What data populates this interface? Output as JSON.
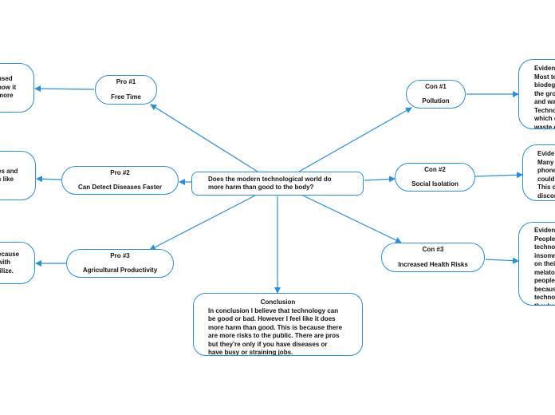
{
  "root": {
    "label": "Does the modern technological world do\nmore harm than good to the body?"
  },
  "pros": [
    {
      "title": "Pro #1",
      "label": "Free Time",
      "evidence": "used\nhow it\nmore"
    },
    {
      "title": "Pro #2",
      "label": "Can Detect Diseases Faster",
      "evidence": "es and\ns like"
    },
    {
      "title": "Pro #3",
      "label": "Agricultural Productivity",
      "evidence": "ecause\nwith\ntilize."
    }
  ],
  "cons": [
    {
      "title": "Con #1",
      "label": "Pollution",
      "evidence_title": "Eviden",
      "evidence": "Most te\nbiodeg\nthe gro\nand wa\nTechno\nwhich c\nwaste c"
    },
    {
      "title": "Con #2",
      "label": "Social Isolation",
      "evidence_title": "Evide",
      "evidence": "Many\nphone\ncould\nThis c\ndiscon"
    },
    {
      "title": "Con #3",
      "label": "Increased Health Risks",
      "evidence_title": "Eviden",
      "evidence": "People\ntechno\ninsomn\non thei\nmelato\npeople\nbecaus\ntechno\nthey're"
    }
  ],
  "conclusion": {
    "title": "Conclusion",
    "text": "In conclusion I believe that technology can\nbe good or bad. However I feel like it does\nmore harm than good. This is because there\nare more risks to the public. There are pros\nbut they're only if you have diseases or\nhave busy or straining jobs."
  },
  "colors": {
    "border": "#2a8fd3",
    "line": "#2a8fd3"
  }
}
